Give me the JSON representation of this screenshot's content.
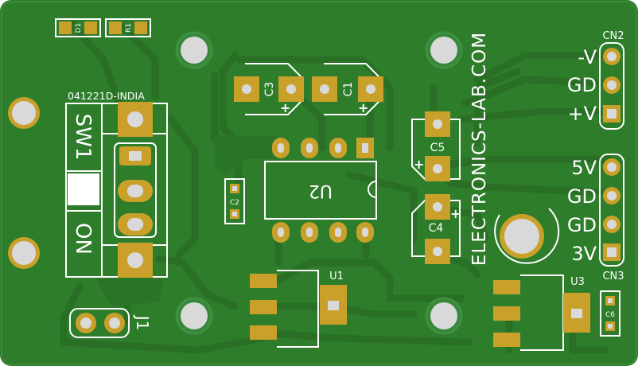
{
  "board_id": "041221D-INDIA",
  "watermark": "ELECTRONICS-LAB.COM",
  "colors": {
    "board": "#2e7d2b",
    "trace": "#286f25",
    "pad": "#c9a12a",
    "silk": "#ffffff",
    "hole": "#d9d9d9"
  },
  "components": {
    "d1": "D1",
    "r1": "R1",
    "sw1": "SW1",
    "on": "ON",
    "c1": "C1",
    "c2": "C2",
    "c3": "C3",
    "c4": "C4",
    "c5": "C5",
    "c6": "C6",
    "u1": "U1",
    "u2": "U2",
    "u3": "U3",
    "j1": "J1",
    "cn2": "CN2",
    "cn3": "CN3"
  },
  "pins": {
    "cn2": [
      "-V",
      "GD",
      "+V"
    ],
    "cn3": [
      "5V",
      "GD",
      "GD",
      "3V"
    ]
  },
  "polarity": "+"
}
